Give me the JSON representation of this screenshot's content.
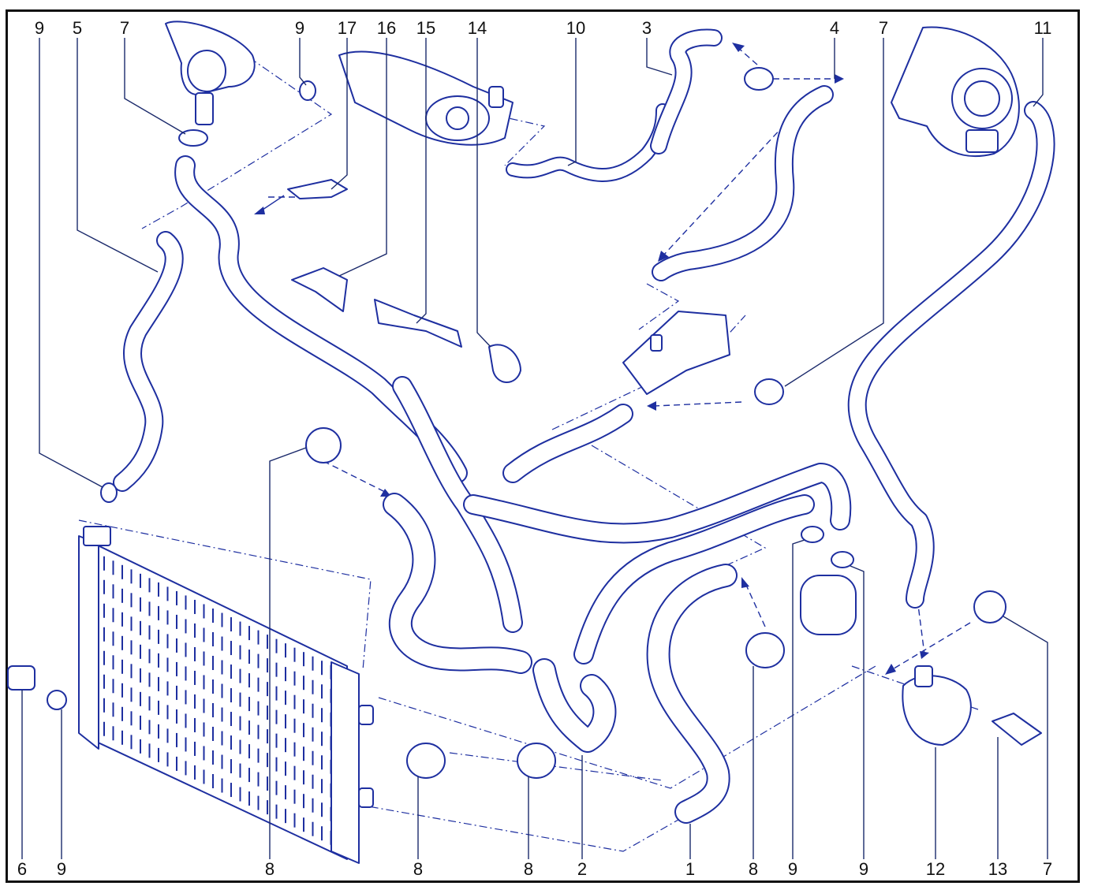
{
  "diagram": {
    "colors": {
      "line": "#1e2fa0",
      "frame": "#111111",
      "background": "#ffffff"
    },
    "callouts": [
      {
        "id": "c-top-9a",
        "text": "9"
      },
      {
        "id": "c-top-5",
        "text": "5"
      },
      {
        "id": "c-top-7a",
        "text": "7"
      },
      {
        "id": "c-top-9b",
        "text": "9"
      },
      {
        "id": "c-top-17",
        "text": "17"
      },
      {
        "id": "c-top-16",
        "text": "16"
      },
      {
        "id": "c-top-15",
        "text": "15"
      },
      {
        "id": "c-top-14",
        "text": "14"
      },
      {
        "id": "c-top-10",
        "text": "10"
      },
      {
        "id": "c-top-3",
        "text": "3"
      },
      {
        "id": "c-top-4",
        "text": "4"
      },
      {
        "id": "c-top-7b",
        "text": "7"
      },
      {
        "id": "c-top-11",
        "text": "11"
      },
      {
        "id": "c-bot-6",
        "text": "6"
      },
      {
        "id": "c-bot-9a",
        "text": "9"
      },
      {
        "id": "c-bot-8a",
        "text": "8"
      },
      {
        "id": "c-bot-8b",
        "text": "8"
      },
      {
        "id": "c-bot-8c",
        "text": "8"
      },
      {
        "id": "c-bot-2",
        "text": "2"
      },
      {
        "id": "c-bot-1",
        "text": "1"
      },
      {
        "id": "c-bot-8d",
        "text": "8"
      },
      {
        "id": "c-bot-9b",
        "text": "9"
      },
      {
        "id": "c-bot-9c",
        "text": "9"
      },
      {
        "id": "c-bot-12",
        "text": "12"
      },
      {
        "id": "c-bot-13",
        "text": "13"
      },
      {
        "id": "c-bot-7",
        "text": "7"
      }
    ]
  }
}
